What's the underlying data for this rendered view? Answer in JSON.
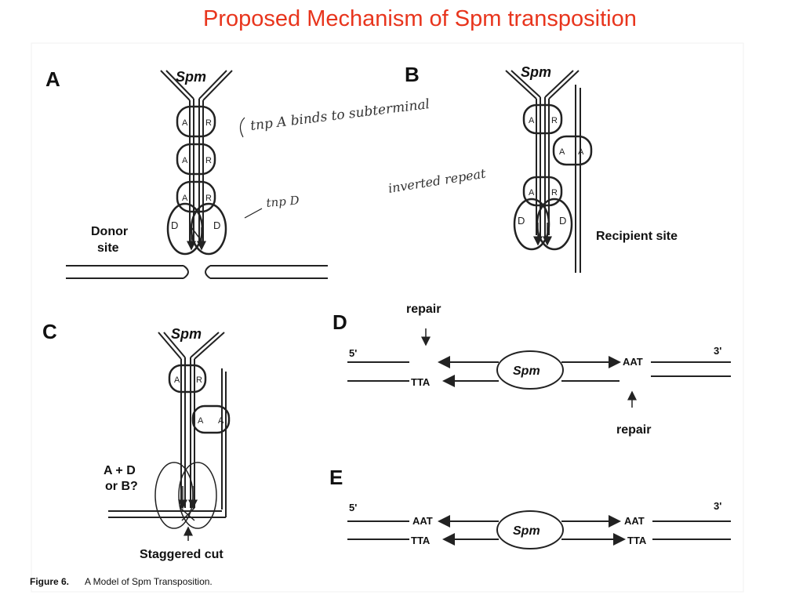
{
  "slide": {
    "title": "Proposed Mechanism of Spm transposition"
  },
  "panels": {
    "a": {
      "letter": "A",
      "element": "Spm",
      "donor_label_1": "Donor",
      "donor_label_2": "site",
      "box_left": "A",
      "box_right": "R",
      "lobe_left": "D",
      "lobe_right": "D"
    },
    "b": {
      "letter": "B",
      "element": "Spm",
      "recipient_label": "Recipient site"
    },
    "c": {
      "letter": "C",
      "element": "Spm",
      "question_1": "A + D",
      "question_2": "or  B?",
      "cut_label": "Staggered cut"
    },
    "d": {
      "letter": "D",
      "end_5": "5'",
      "end_3": "3'",
      "repair_top": "repair",
      "repair_bottom": "repair",
      "element": "Spm",
      "seq_top_right": "AAT",
      "seq_bottom_left": "TTA"
    },
    "e": {
      "letter": "E",
      "end_5": "5'",
      "end_3": "3'",
      "element": "Spm",
      "seq_top_left": "AAT",
      "seq_top_right": "AAT",
      "seq_bottom_left": "TTA",
      "seq_bottom_right": "TTA"
    }
  },
  "handwriting": {
    "note_1": "tnp A binds to subterminal",
    "note_2": "tnp D",
    "note_3": "inverted repeat"
  },
  "caption": {
    "label": "Figure 6.",
    "text": "A Model of Spm Transposition."
  }
}
